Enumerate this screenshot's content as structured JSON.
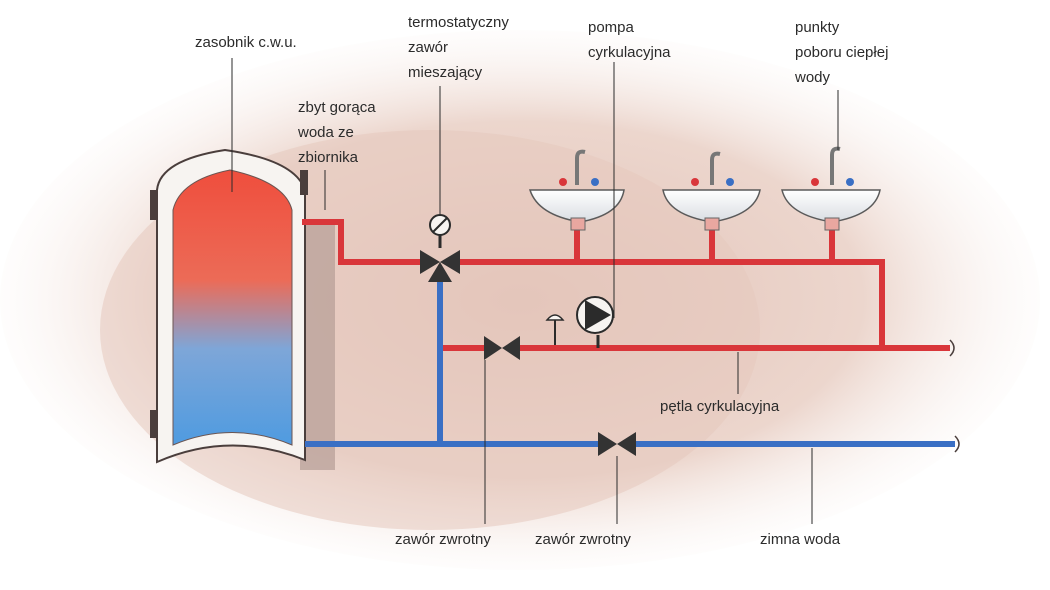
{
  "diagram": {
    "labels": {
      "tank": [
        "zasobnik c.w.u."
      ],
      "hot_water": [
        "zbyt gorąca",
        "woda ze",
        "zbiornika"
      ],
      "mixing_valve": [
        "termostatyczny",
        "zawór",
        "mieszający"
      ],
      "circ_pump": [
        "pompa",
        "cyrkulacyjna"
      ],
      "outlets": [
        "punkty",
        "poboru ciepłej",
        "wody"
      ],
      "circ_loop": [
        "pętla cyrkulacyjna"
      ],
      "check_valve_1": [
        "zawór zwrotny"
      ],
      "check_valve_2": [
        "zawór zwrotny"
      ],
      "cold_water": [
        "zimna woda"
      ]
    },
    "colors": {
      "hot_pipe": "#d9363a",
      "cold_pipe": "#3a6fc4",
      "background_wash": "#e8cfc4",
      "tank_hot": "#ee5a45",
      "tank_cold": "#5fa2df"
    }
  }
}
